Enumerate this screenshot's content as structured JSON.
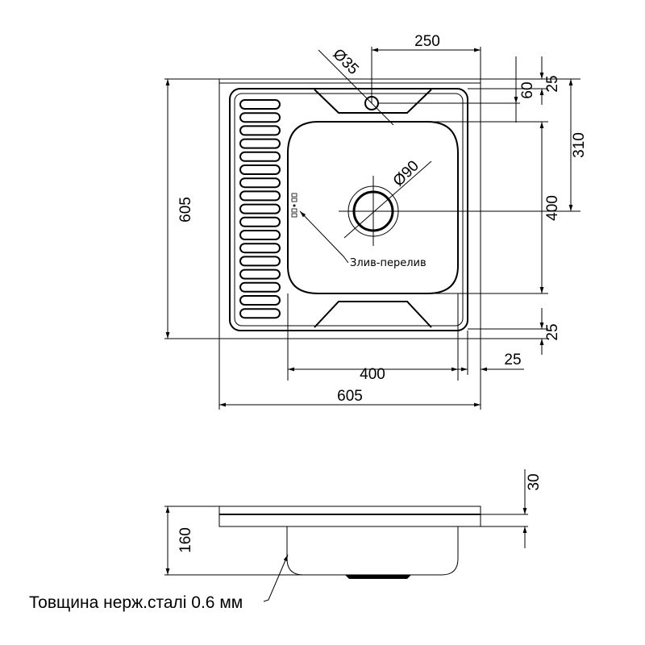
{
  "title": "Sink dimension drawing",
  "top_view": {
    "dims": {
      "tap_hole_offset": "250",
      "tap_hole_diameter": "Ø35",
      "drain_diameter": "Ø90",
      "tap_to_bowl": "60",
      "edge_top": "25",
      "edge_to_drain": "310",
      "bowl_depth_len": "400",
      "edge_bottom": "25",
      "bowl_width": "400",
      "edge_right": "25",
      "overall_width": "605",
      "overall_length": "605"
    },
    "overflow_label": "Злив-перелив"
  },
  "side_view": {
    "dims": {
      "flange": "30",
      "height": "160"
    },
    "thickness_note": "Товщина нерж.сталі 0.6 мм"
  },
  "colors": {
    "line": "#000000",
    "background": "#ffffff"
  }
}
